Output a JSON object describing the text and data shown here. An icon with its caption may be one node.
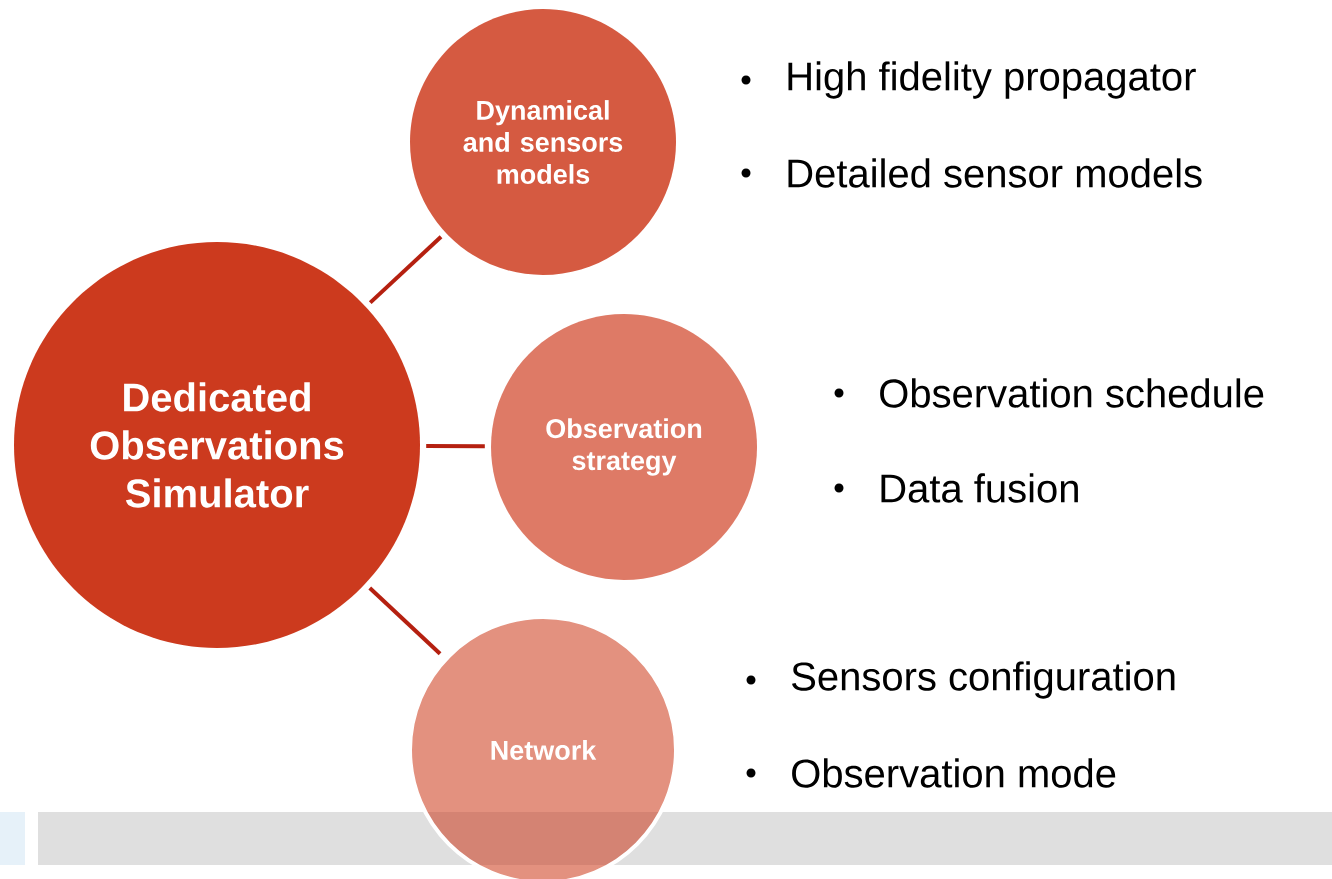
{
  "diagram": {
    "nodes": [
      {
        "text": [
          "Dedicated Observations Simulator"
        ]
      },
      {
        "text": [
          "Dynamical and sensors models"
        ],
        "beside": [
          "High fidelity propagator",
          "Detailed sensor models"
        ]
      },
      {
        "text": [
          "Observation strategy"
        ],
        "beside": [
          "Observation schedule",
          "Data fusion"
        ]
      },
      {
        "text": [
          "Network"
        ],
        "beside": [
          "Sensors configuration",
          "Observation mode"
        ]
      }
    ],
    "edges": [
      {
        "from": 0,
        "to": 1,
        "arrow": "none"
      },
      {
        "from": 0,
        "to": 2,
        "arrow": "none"
      },
      {
        "from": 0,
        "to": 3,
        "arrow": "none"
      }
    ]
  }
}
